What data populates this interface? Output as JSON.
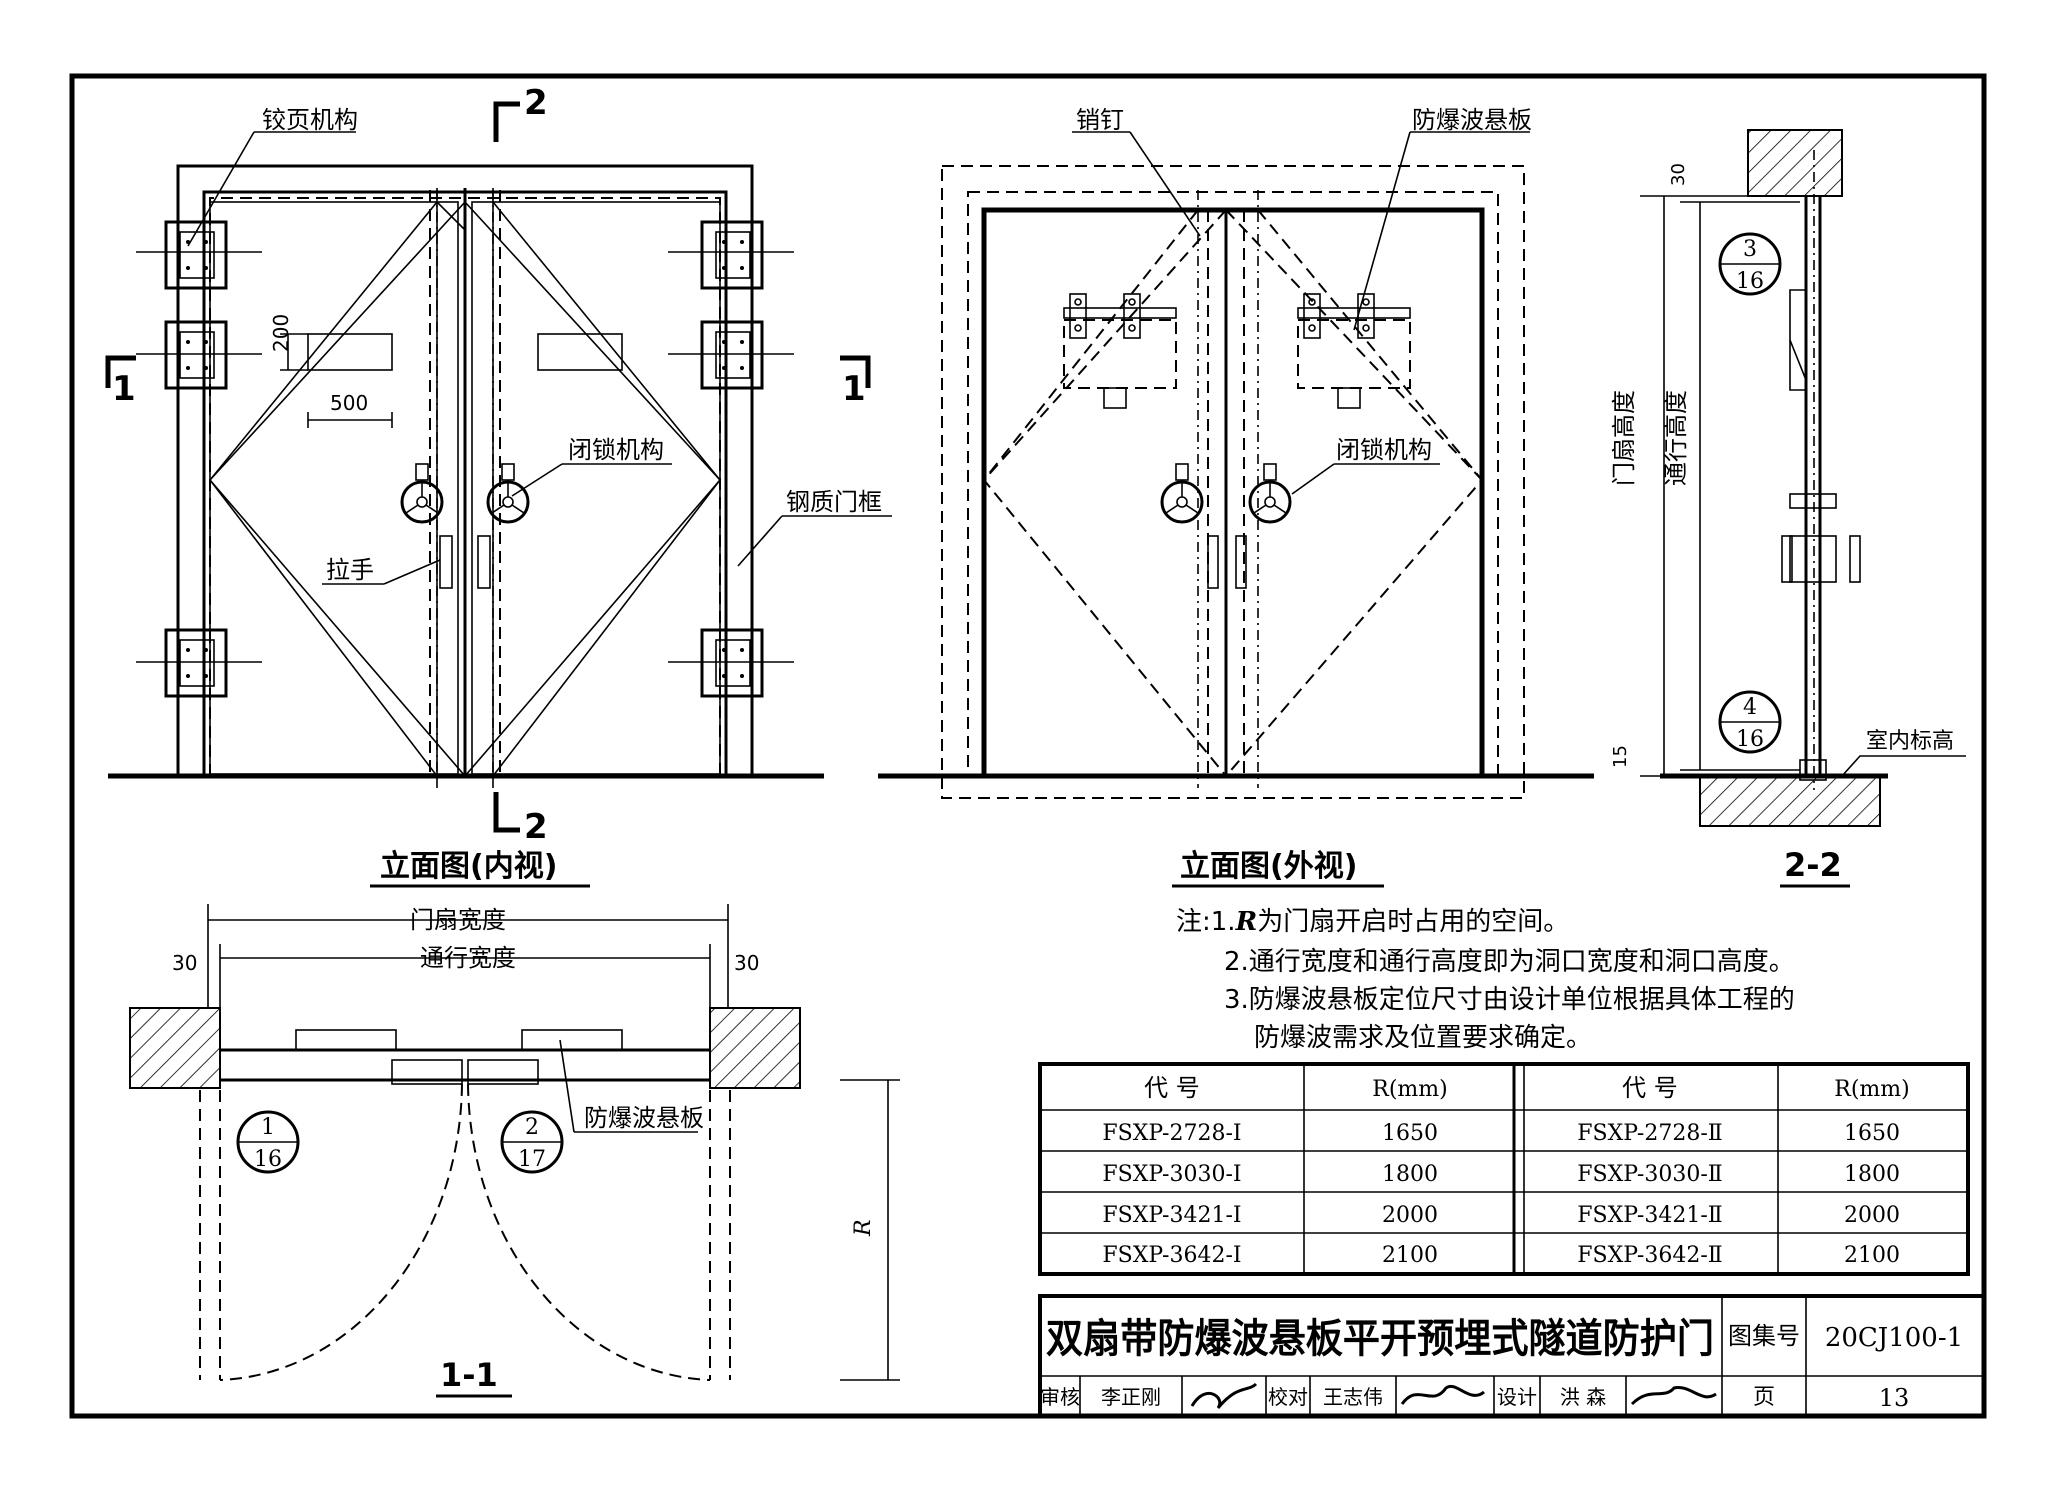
{
  "labels": {
    "hinge": "铰页机构",
    "section2_top": "2",
    "section2_bottom": "2",
    "section1_left": "1",
    "section1_right": "1",
    "dim_200": "200",
    "dim_500": "500",
    "lock_left": "闭锁机构",
    "lock_right": "闭锁机构",
    "handle": "拉手",
    "steel_frame": "钢质门框",
    "pin": "销钉",
    "blast_panel_top": "防爆波悬板",
    "blast_panel_plan": "防爆波悬板",
    "door_height": "门扇高度",
    "pass_height": "通行高度",
    "dim_30_side": "30",
    "dim_15": "15",
    "floor_level": "室内标高",
    "door_width": "门扇宽度",
    "pass_width": "通行宽度",
    "dim_30_left": "30",
    "dim_30_right": "30",
    "dim_R": "R"
  },
  "detail_refs": [
    {
      "num": "3",
      "sheet": "16"
    },
    {
      "num": "4",
      "sheet": "16"
    },
    {
      "num": "1",
      "sheet": "16"
    },
    {
      "num": "2",
      "sheet": "17"
    }
  ],
  "views": {
    "elevation_inner": "立面图(内视)",
    "elevation_outer": "立面图(外视)",
    "section_22": "2-2",
    "section_11": "1-1"
  },
  "notes": {
    "prefix": "注:",
    "n1_num": "1.",
    "n1_italic": "R",
    "n1_text": "为门扇开启时占用的空间。",
    "n2": "2.通行宽度和通行高度即为洞口宽度和洞口高度。",
    "n3a": "3.防爆波悬板定位尺寸由设计单位根据具体工程的",
    "n3b": "防爆波需求及位置要求确定。"
  },
  "table": {
    "headers": [
      "代 号",
      "R(mm)",
      "代 号",
      "R(mm)"
    ],
    "rows": [
      [
        "FSXP-2728-Ⅰ",
        "1650",
        "FSXP-2728-Ⅱ",
        "1650"
      ],
      [
        "FSXP-3030-Ⅰ",
        "1800",
        "FSXP-3030-Ⅱ",
        "1800"
      ],
      [
        "FSXP-3421-Ⅰ",
        "2000",
        "FSXP-3421-Ⅱ",
        "2000"
      ],
      [
        "FSXP-3642-Ⅰ",
        "2100",
        "FSXP-3642-Ⅱ",
        "2100"
      ]
    ]
  },
  "title_block": {
    "title": "双扇带防爆波悬板平开预埋式隧道防护门",
    "atlas_label": "图集号",
    "atlas_no": "20CJ100-1",
    "review_label": "审核",
    "reviewer": "李正刚",
    "check_label": "校对",
    "checker": "王志伟",
    "design_label": "设计",
    "designer": "洪 森",
    "page_label": "页",
    "page_no": "13"
  }
}
